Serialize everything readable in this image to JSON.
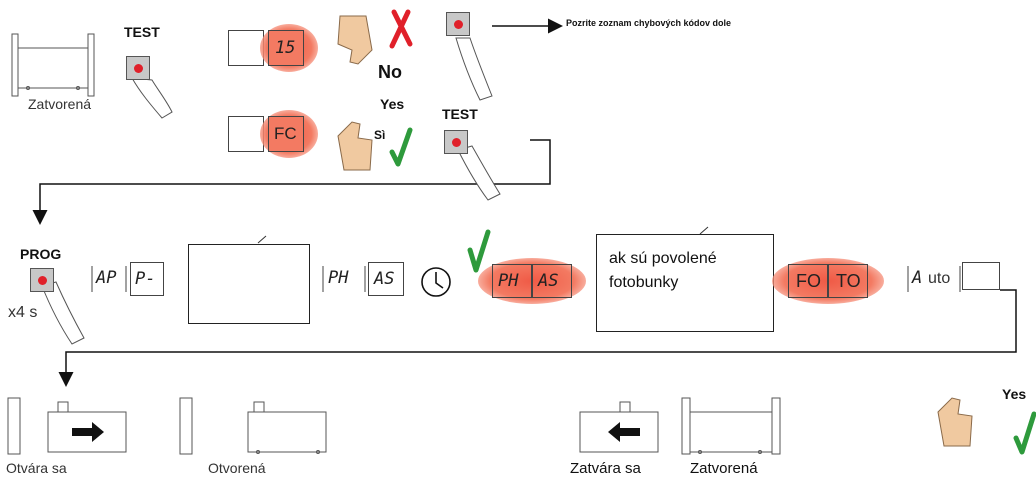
{
  "labels": {
    "closed_1": "Zatvorená",
    "test_1": "TEST",
    "test_2": "TEST",
    "display_15": "15",
    "display_fc": "FC",
    "no": "No",
    "yes": "Yes",
    "si": "Sì",
    "note": "Pozrite zoznam chybových kódov dole",
    "prog": "PROG",
    "hold_time": "x4 s",
    "ap": "AP",
    "p_dash": "P-",
    "ph_1": "PH",
    "as_1": "AS",
    "ph_2": "PH",
    "as_2": "AS",
    "fotocell_text": "ak sú povolené fotobunky",
    "fo": "FO",
    "to": "TO",
    "auto_a": "A",
    "auto_rest": "uto",
    "opening": "Otvára sa",
    "opened": "Otvorená",
    "closing": "Zatvára sa",
    "closed_2": "Zatvorená",
    "yes_bottom": "Yes"
  },
  "colors": {
    "highlight": "#f37a62",
    "check": "#2e9a3c",
    "cross": "#e0202a",
    "button_dot": "#e0202a"
  }
}
